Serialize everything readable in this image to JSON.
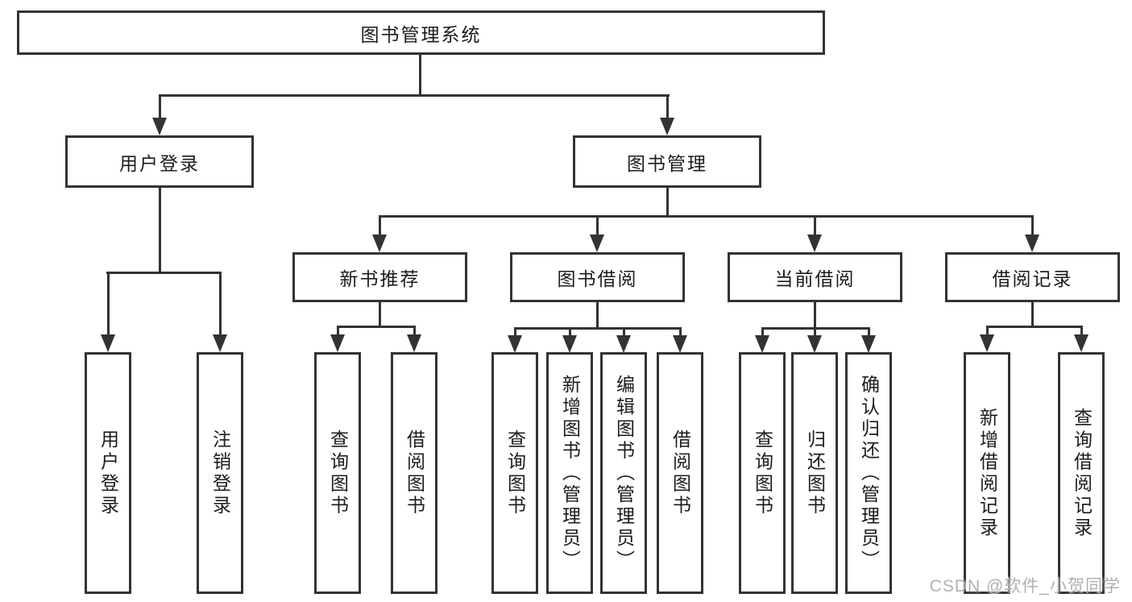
{
  "nodes": {
    "root": "图书管理系统",
    "user_login": "用户登录",
    "book_mgmt": "图书管理",
    "new_book_rec": "新书推荐",
    "book_borrow": "图书借阅",
    "current_borrow": "当前借阅",
    "borrow_records": "借阅记录",
    "ul_login": "用户登录",
    "ul_logout": "注销登录",
    "nb_query": "查询图书",
    "nb_borrow": "借阅图书",
    "bb_query": "查询图书",
    "bb_add": "新增图书（管理员）",
    "bb_edit": "编辑图书（管理员）",
    "bb_borrow": "借阅图书",
    "cb_query": "查询图书",
    "cb_return": "归还图书",
    "cb_confirm": "确认归还（管理员）",
    "br_add": "新增借阅记录",
    "br_query": "查询借阅记录"
  },
  "watermark": "CSDN @软件_小贺同学",
  "colors": {
    "line": "#333333",
    "text": "#1c1c1c",
    "watermark": "#b0b0b0",
    "background": "#ffffff"
  }
}
